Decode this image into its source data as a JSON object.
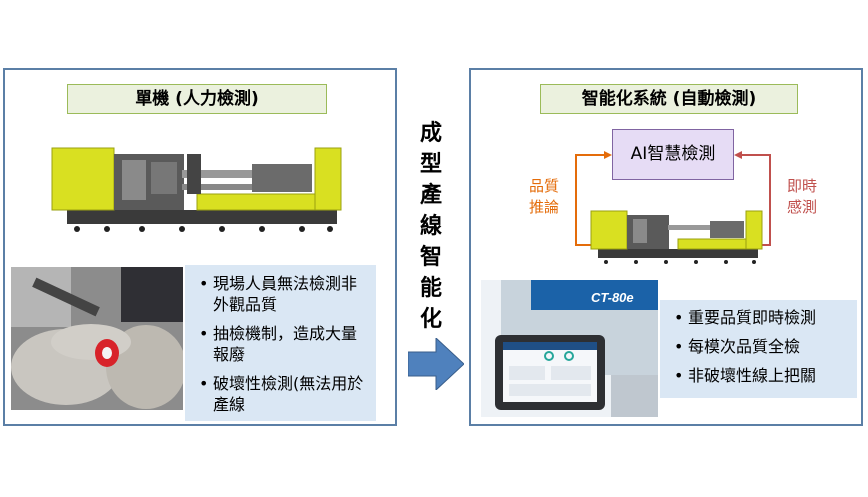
{
  "left": {
    "title": "單機 (人力檢測)",
    "bullets": [
      "現場人員無法檢測非外觀品質",
      "抽檢機制，造成大量報廢",
      "破壞性檢測(無法用於產線"
    ]
  },
  "middle": {
    "vertical_chars": [
      "成",
      "型",
      "產",
      "線",
      "智",
      "能",
      "化"
    ]
  },
  "right": {
    "title": "智能化系統 (自動檢測)",
    "ai_box": "AI智慧檢測",
    "left_label": [
      "品質",
      "推論"
    ],
    "right_label": [
      "即時",
      "感測"
    ],
    "device_brand": "CT-80e",
    "bullets": [
      "重要品質即時檢測",
      "每模次品質全檢",
      "非破壞性線上把關"
    ]
  },
  "colors": {
    "panel_border": "#5b7fa6",
    "title_bg": "#ebf1de",
    "machine_yellow": "#d9e021",
    "bullet_bg": "#dae7f4",
    "arrow": "#4f81bd",
    "orange": "#e46c0a",
    "red": "#c0504d",
    "ai_box_bg": "#e6dcf5"
  }
}
